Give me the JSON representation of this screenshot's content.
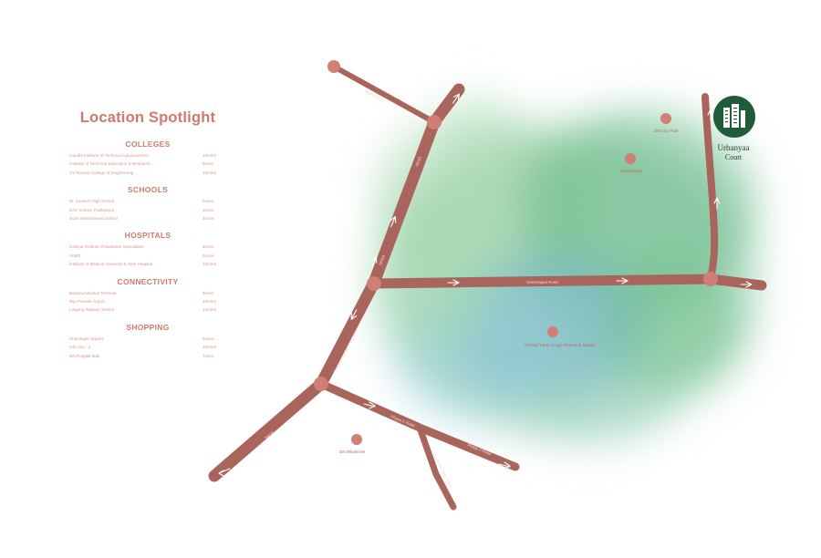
{
  "panel": {
    "title": "Location Spotlight",
    "sections": [
      {
        "heading": "COLLEGES",
        "items": [
          {
            "name": "Gandhi Institute of Technical Advancement",
            "time": "10mins"
          },
          {
            "name": "Institute of Technical Education & Research",
            "time": "8mins"
          },
          {
            "name": "CV Raman College of Engineering",
            "time": "10mins"
          }
        ]
      },
      {
        "heading": "SCHOOLS",
        "items": [
          {
            "name": "St. Xavier's High School",
            "time": "2mins"
          },
          {
            "name": "DAV School, Pokhariput",
            "time": "2mins"
          },
          {
            "name": "Doon International School",
            "time": "2mins"
          }
        ]
      },
      {
        "heading": "HOSPITALS",
        "items": [
          {
            "name": "Kalinga Institute of Diabetes Specialities",
            "time": "5mins"
          },
          {
            "name": "AIIMS",
            "time": "5mins"
          },
          {
            "name": "Institute of Medical Sciences & Sum Hospital",
            "time": "10mins"
          }
        ]
      },
      {
        "heading": "CONNECTIVITY",
        "items": [
          {
            "name": "Baramunda Bus Terminal",
            "time": "5mins"
          },
          {
            "name": "Biju Patnaik Airport",
            "time": "10mins"
          },
          {
            "name": "Lingaraj Railway Station",
            "time": "12mins"
          }
        ]
      },
      {
        "heading": "SHOPPING",
        "items": [
          {
            "name": "Khandagiri Square",
            "time": "5mins"
          },
          {
            "name": "Info City - 2",
            "time": "10mins"
          },
          {
            "name": "DN Regalia Mall",
            "time": "7mins"
          }
        ]
      }
    ]
  },
  "map": {
    "project_name": "Urbanyaa",
    "project_sub": "Court",
    "places": {
      "dn_city_park": "DN City Park",
      "gammapuri": "Gammapuri",
      "research_station": "Central Tuber Crops Research Station",
      "dn_wildernes": "DN Wildernes",
      "road_a": "Jagamara Rd",
      "nh": "NH16",
      "nh_upper": "NH16",
      "nh_lower": "NH16",
      "highway": "Chennai - Kolkata Highway",
      "gammapuri_road": "Gammapuri Road",
      "phase1": "Phase II Road",
      "phase2": "Phase II Road",
      "industrial": "Industrial Estate Road"
    },
    "colors": {
      "road": "#a9655c",
      "node": "#d07f74",
      "text": "#d07a6d",
      "logo": "#1e5c3a"
    }
  }
}
